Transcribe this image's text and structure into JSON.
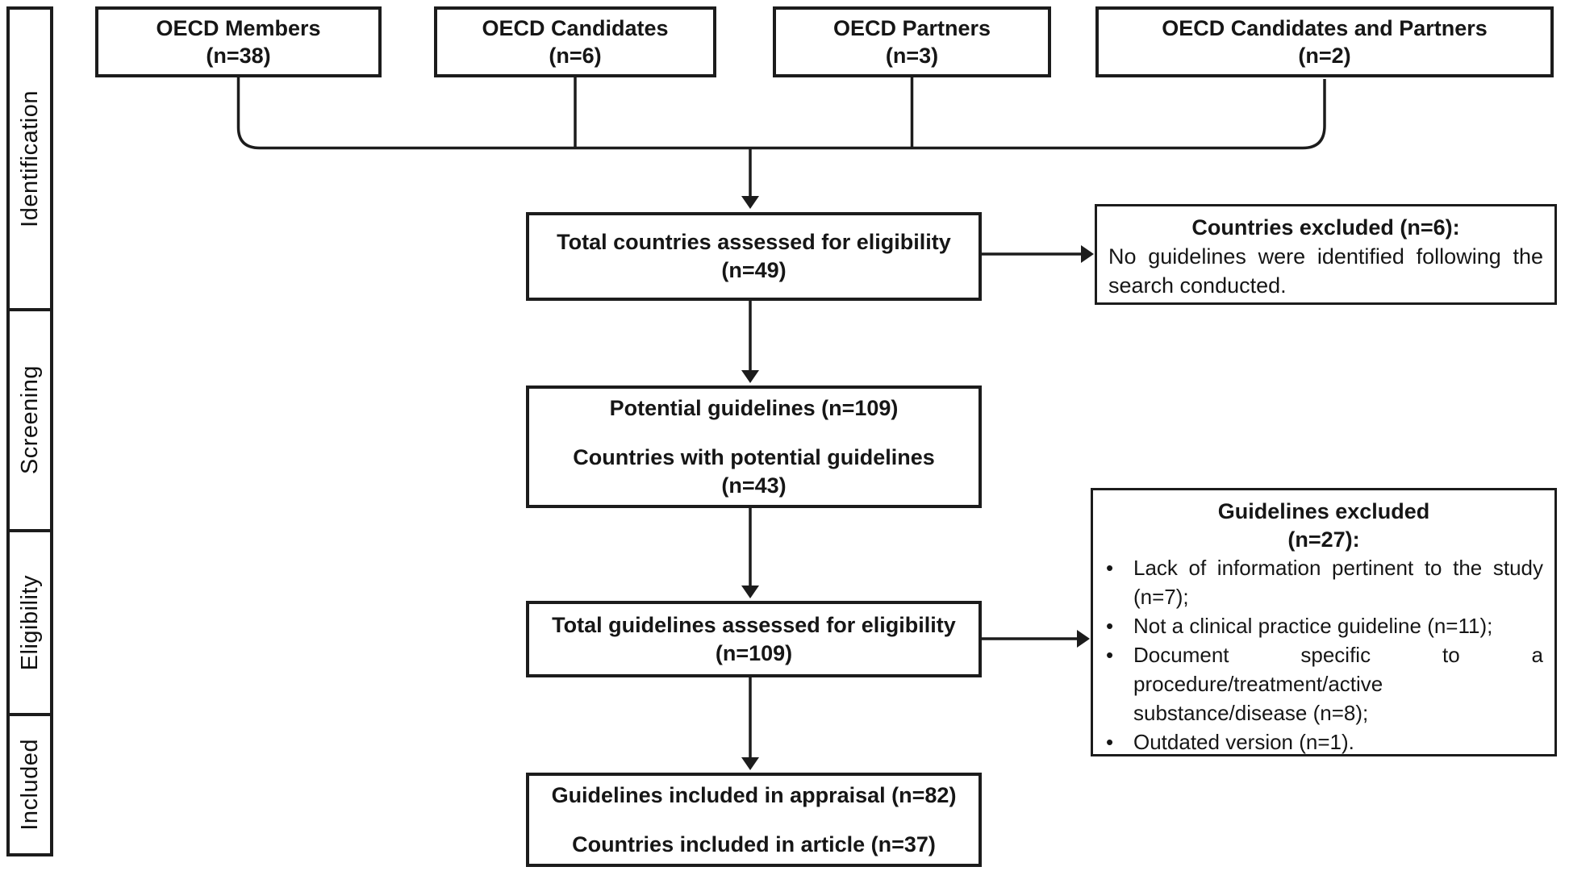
{
  "sidebar": {
    "stages": [
      {
        "label": "Identification"
      },
      {
        "label": "Screening"
      },
      {
        "label": "Eligibility"
      },
      {
        "label": "Included"
      }
    ]
  },
  "sources": [
    {
      "title": "OECD Members",
      "count": "(n=38)"
    },
    {
      "title": "OECD Candidates",
      "count": "(n=6)"
    },
    {
      "title": "OECD Partners",
      "count": "(n=3)"
    },
    {
      "title": "OECD Candidates and Partners",
      "count": "(n=2)"
    }
  ],
  "flow": {
    "countries_assessed": {
      "line1": "Total countries assessed for eligibility",
      "line2": "(n=49)"
    },
    "potential": {
      "line1": "Potential guidelines (n=109)",
      "line2": "Countries with potential guidelines",
      "line3": "(n=43)"
    },
    "guidelines_assessed": {
      "line1": "Total guidelines assessed for eligibility",
      "line2": "(n=109)"
    },
    "included": {
      "line1": "Guidelines included in appraisal (n=82)",
      "line2": "Countries included in article (n=37)"
    }
  },
  "exclusions": {
    "countries": {
      "title": "Countries excluded (n=6):",
      "body": "No guidelines were identified following the search conducted."
    },
    "guidelines": {
      "title_line1": "Guidelines excluded",
      "title_line2": "(n=27):",
      "bullet_char": "•",
      "bullets": [
        "Lack of information pertinent to the study (n=7);",
        "Not a clinical practice guideline (n=11);",
        "Document specific to a procedure/treatment/active substance/disease (n=8);",
        "Outdated version (n=1)."
      ]
    }
  },
  "colors": {
    "line": "#1c1c1c",
    "text": "#161616",
    "background": "#ffffff"
  }
}
